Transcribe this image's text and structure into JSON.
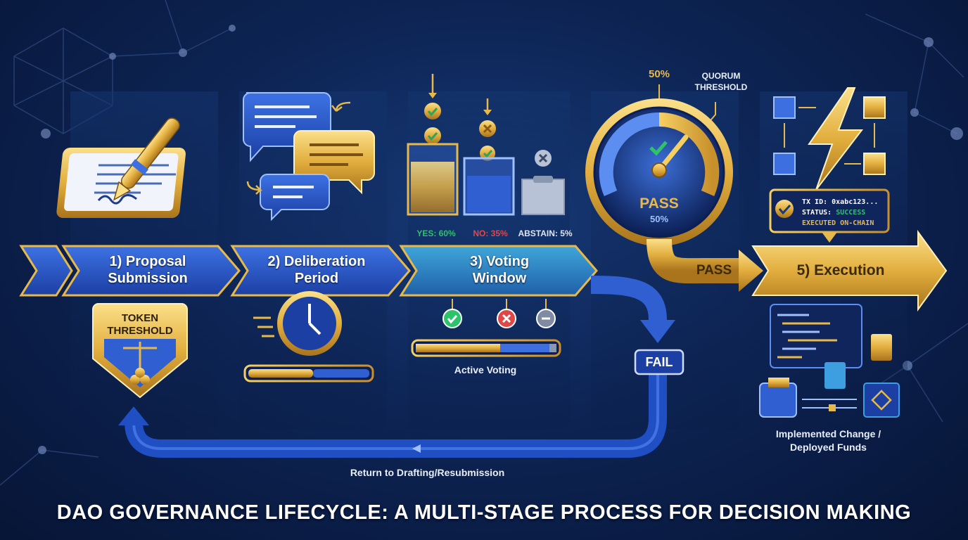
{
  "title": "DAO GOVERNANCE LIFECYCLE: A MULTI-STAGE PROCESS FOR DECISION MAKING",
  "colors": {
    "gold": "#e7b94a",
    "blue": "#2f5fd0",
    "navy": "#0d2454",
    "yes": "#2ec26a",
    "no": "#e04848"
  },
  "stages": [
    {
      "label": "1) Proposal Submission",
      "line1": "1) Proposal",
      "line2": "Submission",
      "icon": "pen-tablet-icon"
    },
    {
      "label": "2) Deliberation Period",
      "line1": "2) Deliberation",
      "line2": "Period",
      "icon": "chat-bubbles-icon"
    },
    {
      "label": "3) Voting Window",
      "line1": "3) Voting",
      "line2": "Window",
      "icon": "ballot-box-icon"
    },
    {
      "label": "5) Execution",
      "icon": "lightning-icon"
    }
  ],
  "token_threshold": {
    "line1": "TOKEN",
    "line2": "THRESHOLD"
  },
  "votes": {
    "yes": "YES: 60%",
    "no": "NO: 35%",
    "abstain": "ABSTAIN: 5%"
  },
  "voting_progress": {
    "yes": 0.6,
    "no": 0.35,
    "abstain": 0.05
  },
  "active_voting": "Active Voting",
  "quorum": {
    "percent_top": "50%",
    "label_line1": "QUORUM",
    "label_line2": "THRESHOLD",
    "gauge_label": "PASS",
    "gauge_percent": "50%"
  },
  "outcomes": {
    "pass": "PASS",
    "fail": "FAIL"
  },
  "tx": {
    "id": "TX ID: 0xabc123...",
    "status_label": "STATUS:",
    "status_value": "SUCCESS",
    "executed": "EXECUTED ON-CHAIN"
  },
  "implemented": {
    "line1": "Implemented Change /",
    "line2": "Deployed Funds"
  },
  "return_label": "Return to Drafting/Resubmission"
}
